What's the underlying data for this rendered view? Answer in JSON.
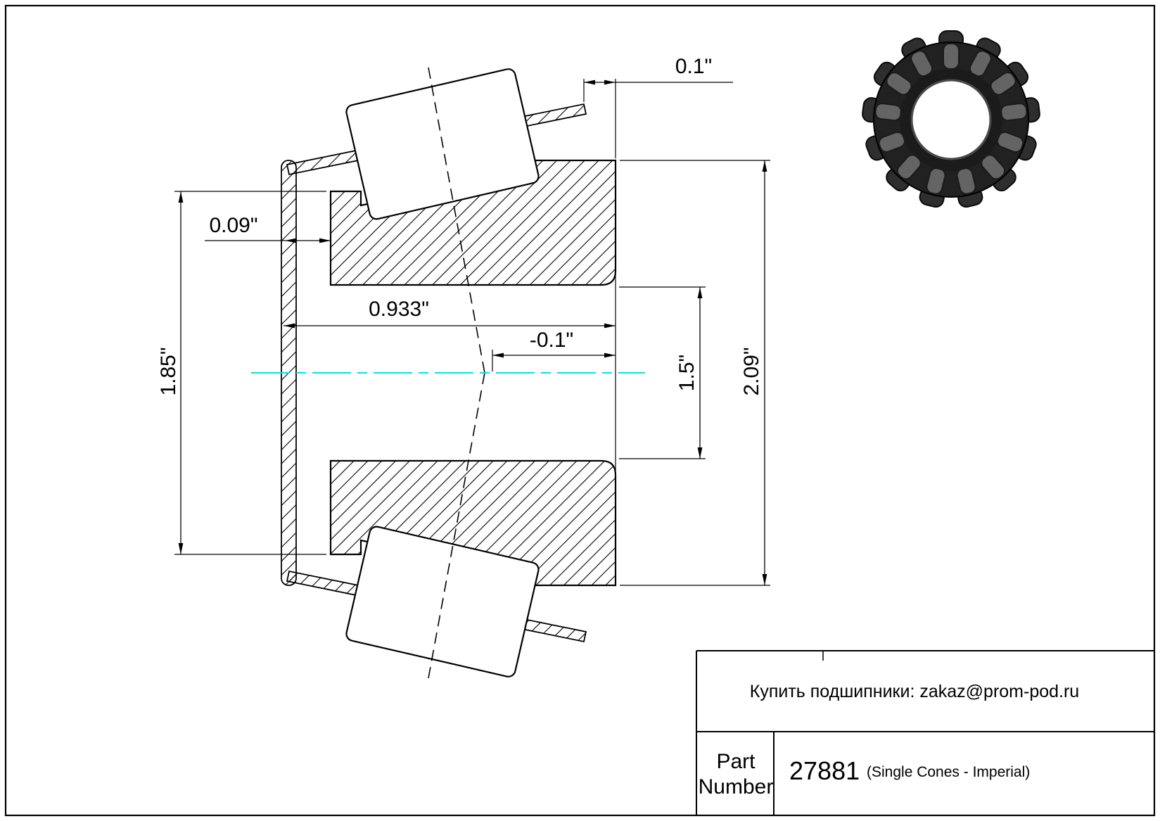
{
  "drawing": {
    "dims": {
      "back_standout": "0.1\"",
      "front_standout": "0.09\"",
      "cone_width": "0.933\"",
      "effective_center_offset": "-0.1\"",
      "front_rib_od": "1.85\"",
      "bore_dia": "1.5\"",
      "cone_od": "2.09\""
    },
    "ink_color": "#000000",
    "centerline_color": "#00e6e6"
  },
  "title_block": {
    "contact": "Купить подшипники: zakaz@prom-pod.ru",
    "part_label_lines": [
      "Part",
      "Number"
    ],
    "part_number": "27881",
    "series_note": "(Single Cones - Imperial)"
  }
}
